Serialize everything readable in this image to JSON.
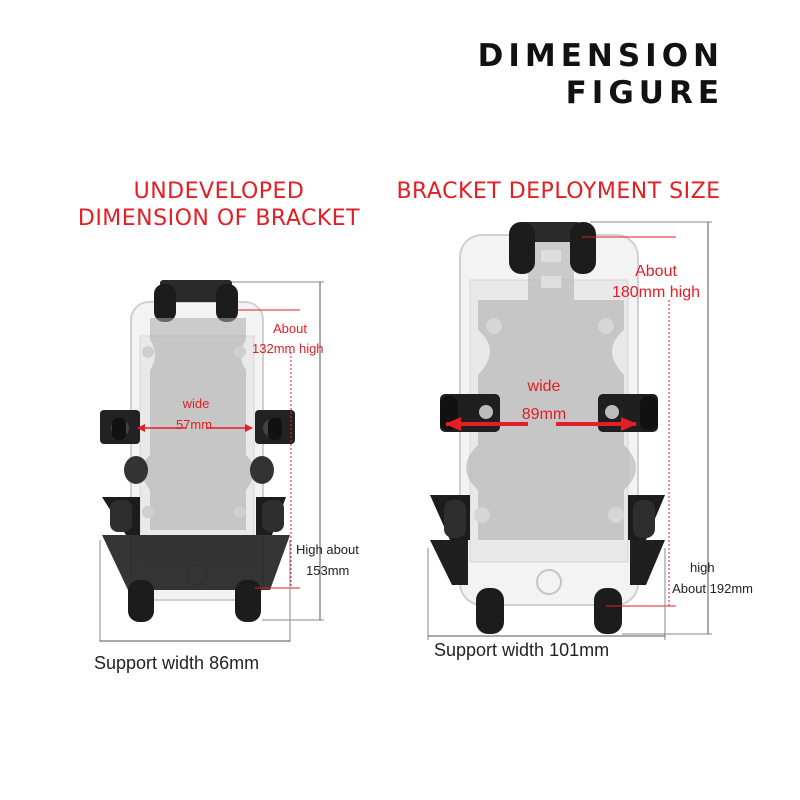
{
  "title": {
    "line1": "DIMENSION",
    "line2": "FIGURE"
  },
  "left_panel": {
    "heading_line1": "UNDEVELOPED",
    "heading_line2": "DIMENSION OF BRACKET",
    "height_label_line1": "About",
    "height_label_line2": "132mm high",
    "width_label_line1": "wide",
    "width_label_line2": "57mm",
    "outer_height_label_line1": "High about",
    "outer_height_label_line2": "153mm",
    "support_width_label": "Support width 86mm"
  },
  "right_panel": {
    "heading": "BRACKET DEPLOYMENT SIZE",
    "height_label_line1": "About",
    "height_label_line2": "180mm high",
    "width_label_line1": "wide",
    "width_label_line2": "89mm",
    "outer_height_label_line1": "high",
    "outer_height_label_line2": "About 192mm",
    "support_width_label": "Support width 101mm"
  },
  "colors": {
    "accent": "#e31e24",
    "text": "#111111",
    "bracket": "#1c1c1c",
    "phone": "#d9d9d9",
    "dimension_line": "#444444"
  }
}
